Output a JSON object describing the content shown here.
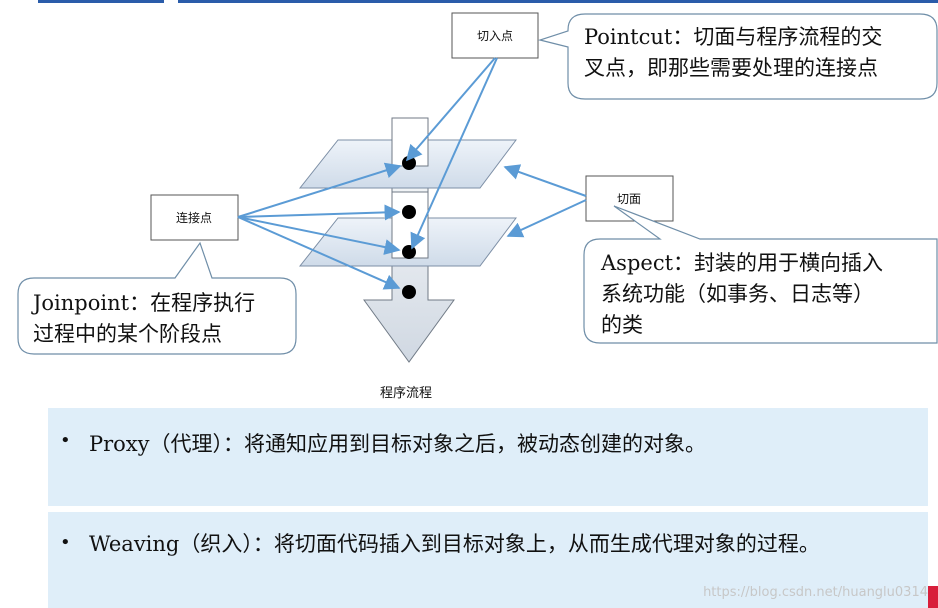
{
  "labels": {
    "pointcut_box": "切入点",
    "joinpoint_box": "连接点",
    "aspect_box": "切面",
    "flow": "程序流程"
  },
  "callouts": {
    "pointcut": [
      "Pointcut：切面与程序流程的交",
      "叉点，即那些需要处理的连接点"
    ],
    "aspect": [
      "Aspect：封装的用于横向插入",
      "系统功能（如事务、日志等）",
      "的类"
    ],
    "joinpoint": [
      "Joinpoint：在程序执行",
      "过程中的某个阶段点"
    ]
  },
  "bullets": [
    "Proxy（代理）：将通知应用到目标对象之后，被动态创建的对象。",
    "Weaving（织入）：将切面代码插入到目标对象上，从而生成代理对象的过程。"
  ],
  "watermark": "https://blog.csdn.net/huanglu0314",
  "colors": {
    "arrow": "#5b9bd5",
    "callout_border": "#6f8ea8",
    "plane_fill": "#e2eaf4",
    "panel": "#dfeef9",
    "accent": "#2a5caa"
  }
}
